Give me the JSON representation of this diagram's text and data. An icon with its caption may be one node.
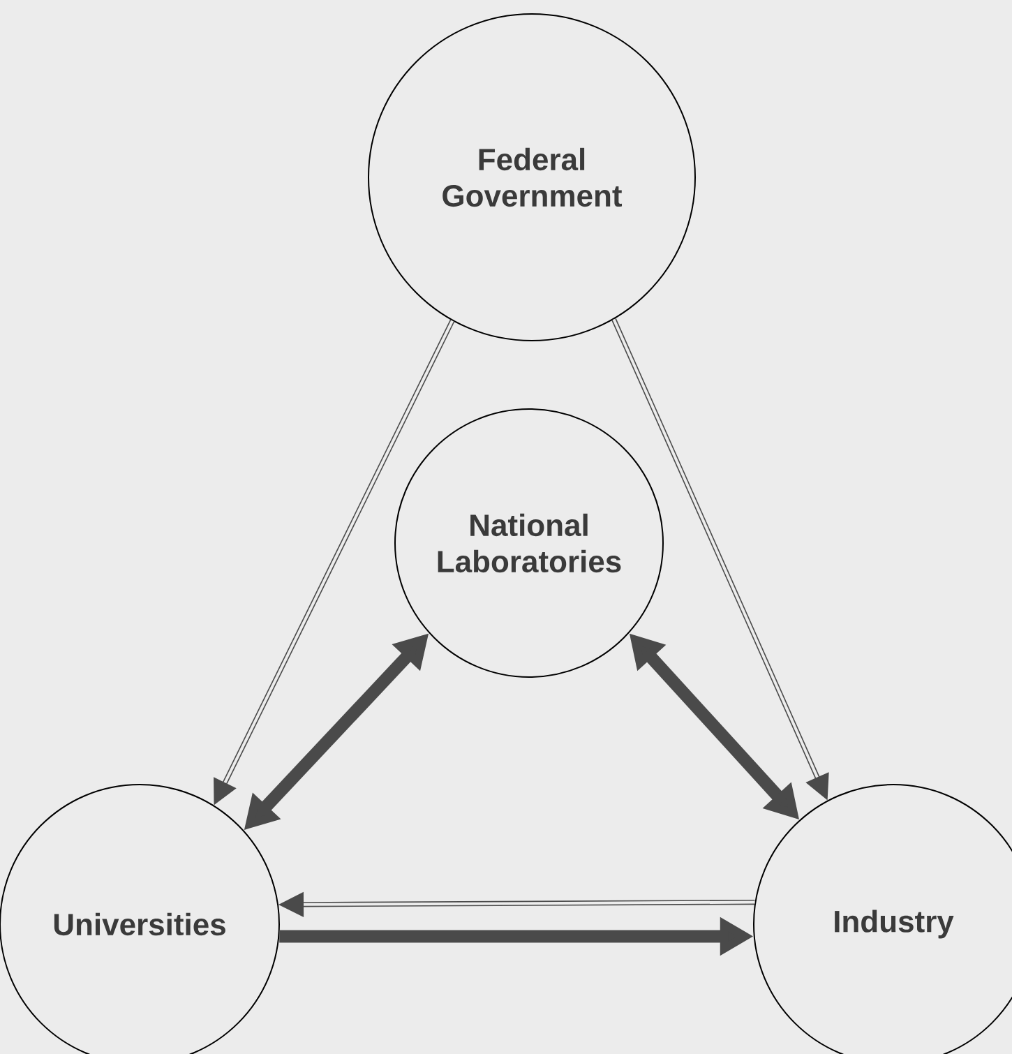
{
  "diagram": {
    "nodes": [
      {
        "text": [
          "Federal Government"
        ]
      },
      {
        "text": [
          "National Laboratories"
        ]
      },
      {
        "text": [
          "Universities"
        ]
      },
      {
        "text": [
          "Industry"
        ]
      }
    ],
    "edges": [
      {
        "from": 0,
        "to": 2,
        "arrow": "to"
      },
      {
        "from": 0,
        "to": 3,
        "arrow": "to"
      },
      {
        "from": 1,
        "to": 2,
        "arrow": "both",
        "style": "thick"
      },
      {
        "from": 1,
        "to": 3,
        "arrow": "both",
        "style": "thick"
      },
      {
        "from": 3,
        "to": 2,
        "arrow": "to"
      },
      {
        "from": 2,
        "to": 3,
        "arrow": "to",
        "style": "thick"
      }
    ]
  }
}
